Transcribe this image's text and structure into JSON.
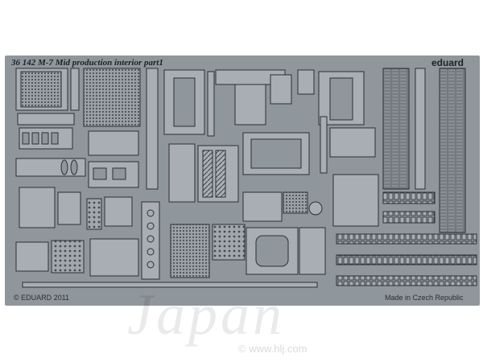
{
  "fret": {
    "title": "36 142   M-7 Mid production interior   part1",
    "brand": "eduard",
    "copyright": "© EDUARD 2011",
    "origin": "Made in Czech Republic"
  },
  "watermark": {
    "text": "Japan",
    "url": "© www.hlj.com"
  },
  "colors": {
    "fret_metal": "#8f969c",
    "part_edge": "#2b3035",
    "part_face": "#a8aeb3"
  }
}
